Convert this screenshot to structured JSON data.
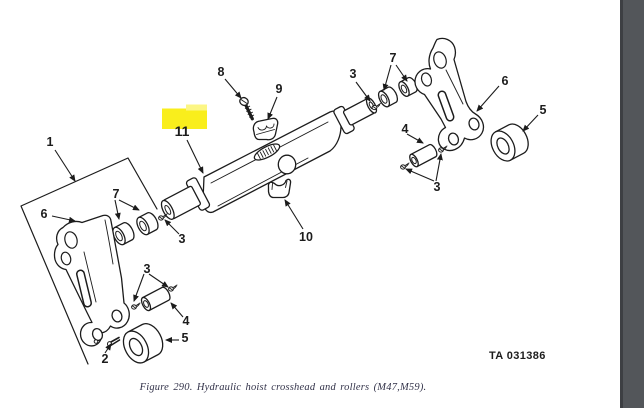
{
  "figure": {
    "caption": "Figure 290. Hydraulic hoist crosshead and rollers (M47,M59).",
    "ta_number": "TA 031386"
  },
  "highlighted_part": "11",
  "colors": {
    "ink": "#1c1c1c",
    "paper": "#ffffff",
    "side_band": "#53565a",
    "side_band_edge": "#3d3f43",
    "highlight": "#f9ee1c",
    "caption": "#33334a"
  },
  "callouts": [
    {
      "part": "1"
    },
    {
      "part": "8"
    },
    {
      "part": "9"
    },
    {
      "part": "3"
    },
    {
      "part": "7"
    },
    {
      "part": "6"
    },
    {
      "part": "5"
    },
    {
      "part": "4"
    },
    {
      "part": "3"
    },
    {
      "part": "11"
    },
    {
      "part": "10"
    },
    {
      "part": "6"
    },
    {
      "part": "7"
    },
    {
      "part": "3"
    },
    {
      "part": "3"
    },
    {
      "part": "4"
    },
    {
      "part": "5"
    },
    {
      "part": "2"
    }
  ]
}
